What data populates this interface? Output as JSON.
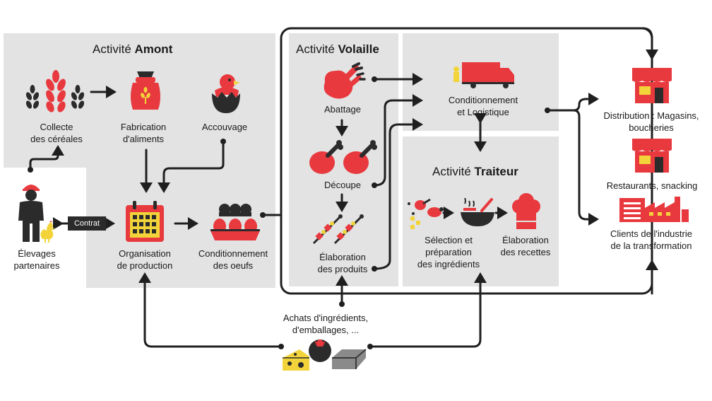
{
  "colors": {
    "accent": "#e8393e",
    "dark": "#1f1f1f",
    "panel": "#e3e3e3",
    "yellow": "#f2d43a",
    "grey": "#8a8a8a"
  },
  "titles": {
    "amont": {
      "prefix": "Activité ",
      "bold": "Amont"
    },
    "volaille": {
      "prefix": "Activité ",
      "bold": "Volaille"
    },
    "traiteur": {
      "prefix": "Activité ",
      "bold": "Traiteur"
    }
  },
  "labels": {
    "collecte": [
      "Collecte",
      "des céréales"
    ],
    "fabrication": [
      "Fabrication",
      "d'aliments"
    ],
    "accouvage": [
      "Accouvage"
    ],
    "elevages": [
      "Élevages",
      "partenaires"
    ],
    "contrat": "Contrat",
    "organisation": [
      "Organisation",
      "de production"
    ],
    "conditionnement_oeufs": [
      "Conditionnement",
      "des oeufs"
    ],
    "abattage": [
      "Abattage"
    ],
    "decoupe": [
      "Découpe"
    ],
    "elaboration_produits": [
      "Élaboration",
      "des produits"
    ],
    "logistique": [
      "Conditionnement",
      "et Logistique"
    ],
    "selection": [
      "Sélection et",
      "préparation",
      "des ingrédients"
    ],
    "elaboration_recettes": [
      "Élaboration",
      "des recettes"
    ],
    "distribution": [
      "Distribution : Magasins,",
      "boucheries"
    ],
    "restaurants": [
      "Restaurants, snacking"
    ],
    "industrie": [
      "Clients de l'industrie",
      "de la transformation"
    ],
    "achats": [
      "Achats d'ingrédients,",
      "d'emballages, ..."
    ]
  },
  "icons": [
    "wheat-icon",
    "feed-sack-icon",
    "hatching-chick-icon",
    "farmer-icon",
    "hen-icon",
    "calendar-icon",
    "egg-box-icon",
    "roast-chicken-icon",
    "drumstick-icon",
    "skewer-icon",
    "delivery-truck-icon",
    "ingredients-icon",
    "bowl-icon",
    "chef-hat-icon",
    "shop-icon",
    "restaurant-icon",
    "factory-icon",
    "cheese-icon",
    "tomato-icon",
    "packaging-icon"
  ]
}
